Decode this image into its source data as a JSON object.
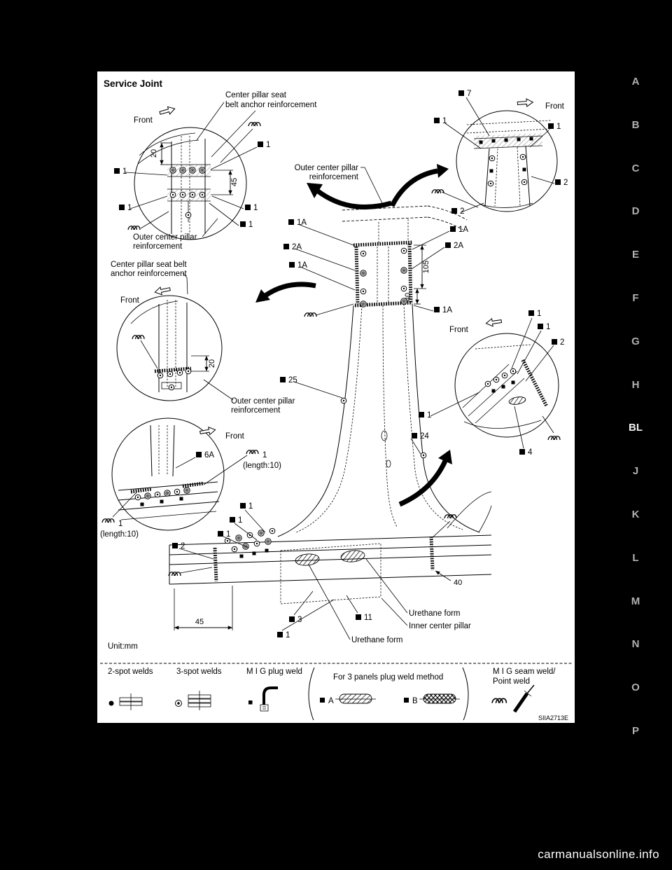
{
  "window": {
    "watermark": "carmanualsonline.info"
  },
  "side_tabs": [
    "A",
    "B",
    "C",
    "D",
    "E",
    "F",
    "G",
    "H",
    "BL",
    "J",
    "K",
    "L",
    "M",
    "N",
    "O",
    "P"
  ],
  "figure": {
    "title": "Service Joint",
    "unit": "Unit:mm",
    "code": "SIIA2713E",
    "front_label": "Front",
    "length_note": "(length:10)",
    "labels": {
      "seat_belt_reinf_l1": "Center pillar seat",
      "seat_belt_reinf_l2": "belt anchor reinforcement",
      "outer_pillar_l1": "Outer center pillar",
      "outer_pillar_l2": "reinforcement",
      "seat_belt_reinf2_l1": "Center pillar seat belt",
      "seat_belt_reinf2_l2": "anchor reinforcement",
      "urethane_form": "Urethane form",
      "inner_center_pillar": "Inner center pillar"
    },
    "markers": {
      "m1": "1",
      "m2": "2",
      "m3": "3",
      "m4": "4",
      "m7": "7",
      "m11": "11",
      "m24": "24",
      "m25": "25",
      "m1a": "1A",
      "m2a": "2A",
      "m6a": "6A"
    },
    "dims": {
      "d20": "20",
      "d40": "40",
      "d45": "45",
      "d105": "105"
    }
  },
  "legend": {
    "two_spot": "2-spot welds",
    "three_spot": "3-spot welds",
    "mig_plug": "M I G plug weld",
    "three_panel": "For 3 panels plug weld method",
    "panel_a": "A",
    "panel_b": "B",
    "mig_seam_l1": "M I G seam weld/",
    "mig_seam_l2": "Point weld"
  }
}
